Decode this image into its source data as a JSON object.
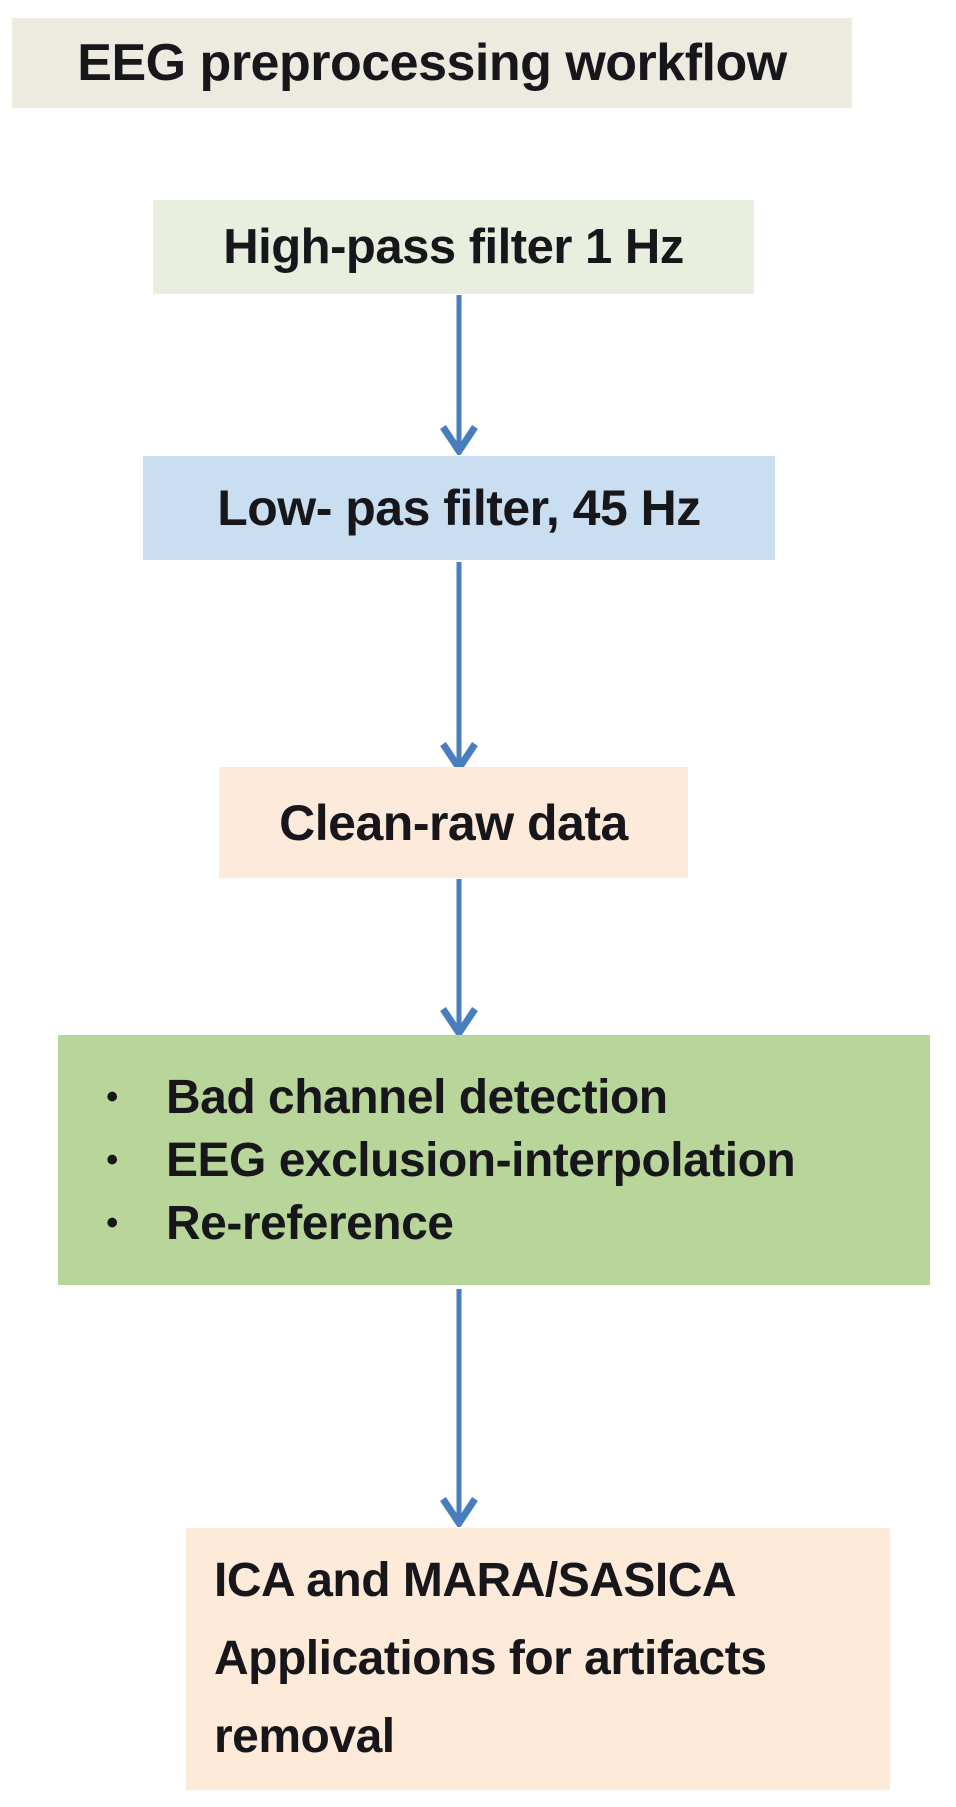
{
  "diagram": {
    "title": "EEG preprocessing workflow",
    "nodes": {
      "highpass": {
        "label": "High-pass filter 1 Hz"
      },
      "lowpass": {
        "label": "Low- pas filter, 45 Hz"
      },
      "cleanraw": {
        "label": "Clean-raw data"
      },
      "processing": {
        "bullets": [
          "Bad channel detection",
          "EEG exclusion-interpolation",
          "Re-reference"
        ]
      },
      "ica": {
        "lines": [
          "ICA and MARA/SASICA",
          "Applications for artifacts",
          "removal"
        ]
      }
    },
    "flow": [
      "title -> highpass (implied layout)",
      "highpass -> lowpass",
      "lowpass -> cleanraw",
      "cleanraw -> processing",
      "processing -> ica"
    ],
    "colors": {
      "title_bg": "#edeadf",
      "highpass_bg": "#e9efdf",
      "lowpass_bg": "#c9def1",
      "cleanraw_bg": "#fdeada",
      "processing_bg": "#b9d69a",
      "ica_bg": "#fdead9",
      "arrow": "#4a7dbd",
      "text": "#17171b"
    }
  }
}
